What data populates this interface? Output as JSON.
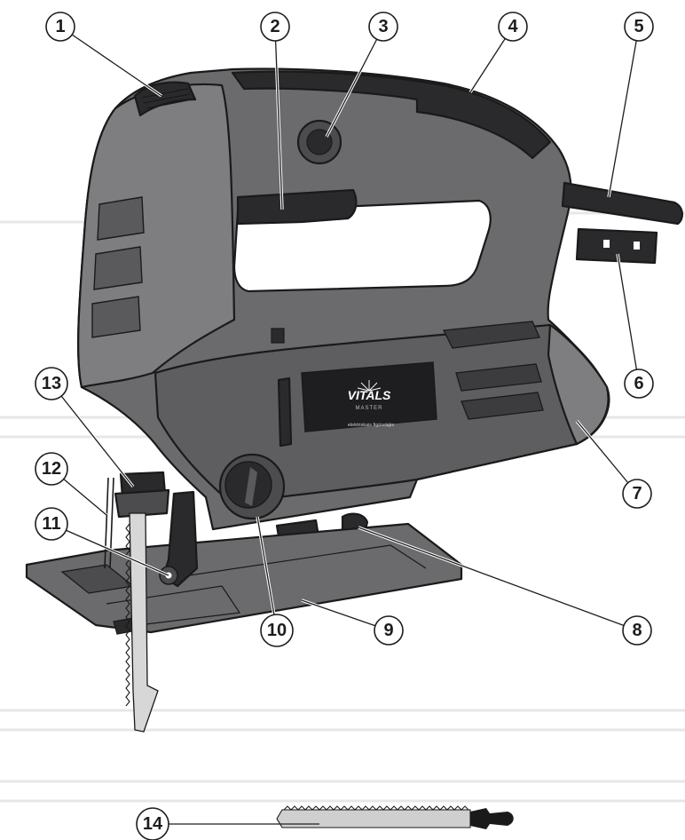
{
  "brand": {
    "logo": "VITALS",
    "sub": "MASTER",
    "caption": "elektriskais figūrzāģis"
  },
  "colors": {
    "body": "#6b6b6e",
    "body_light": "#7e7e81",
    "body_dark": "#4c4c4f",
    "grip": "#2a2a2c",
    "line": "#1a1a1a"
  },
  "callouts": [
    {
      "label": "1"
    },
    {
      "label": "2"
    },
    {
      "label": "3"
    },
    {
      "label": "4"
    },
    {
      "label": "5"
    },
    {
      "label": "6"
    },
    {
      "label": "7"
    },
    {
      "label": "8"
    },
    {
      "label": "9"
    },
    {
      "label": "10"
    },
    {
      "label": "11"
    },
    {
      "label": "12"
    },
    {
      "label": "13"
    },
    {
      "label": "14"
    }
  ]
}
